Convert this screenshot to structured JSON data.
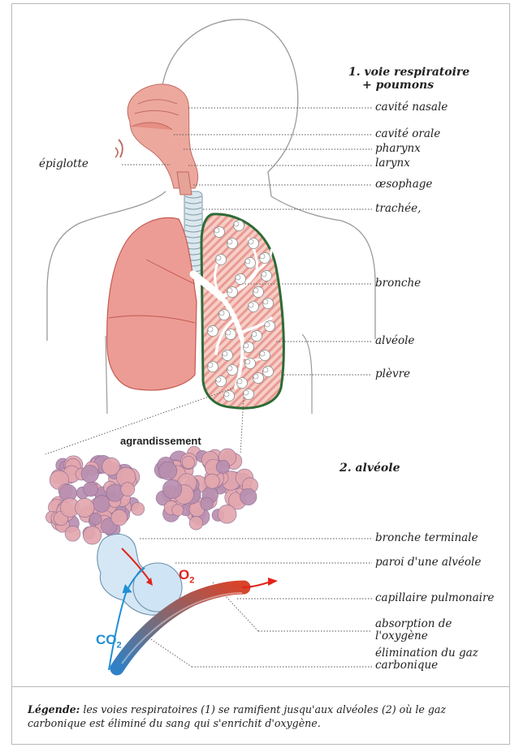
{
  "sections": {
    "section1_line1": "1. voie respiratoire",
    "section1_line2": "+ poumons",
    "section2": "2. alvéole"
  },
  "labels": {
    "nasal_cavity": "cavité nasale",
    "oral_cavity": "cavité orale",
    "pharynx": "pharynx",
    "larynx": "larynx",
    "esophagus": "œsophage",
    "trachea": "trachée,",
    "bronchus": "bronche",
    "alveolus": "alvéole",
    "pleura": "plèvre",
    "epiglottis": "épiglotte",
    "terminal_bronchus": "bronche terminale",
    "alveolar_wall": "paroi d'une alvéole",
    "pulmonary_capillary": "capillaire pulmonaire",
    "oxygen_absorption": "absorption de l'oxygène",
    "co2_elimination": "élimination du gaz carbonique"
  },
  "zoom_label": "agrandissement",
  "gases": {
    "o2_symbol": "O",
    "o2_sub": "2",
    "co2_symbol": "CO",
    "co2_sub": "2"
  },
  "caption": {
    "prefix": "Légende:",
    "text": "les voies respiratoires (1) se ramifient jusqu'aux alvéoles (2) où le gaz carbonique est éliminé du sang qui s'enrichit d'oxygène."
  },
  "colors": {
    "lung": "#ec9c94",
    "lung_stroke": "#c45a52",
    "pleura": "#2e6b35",
    "o2_red": "#e2231a",
    "co2_blue": "#1f8fd6",
    "silhouette": "#9a9a9a"
  }
}
